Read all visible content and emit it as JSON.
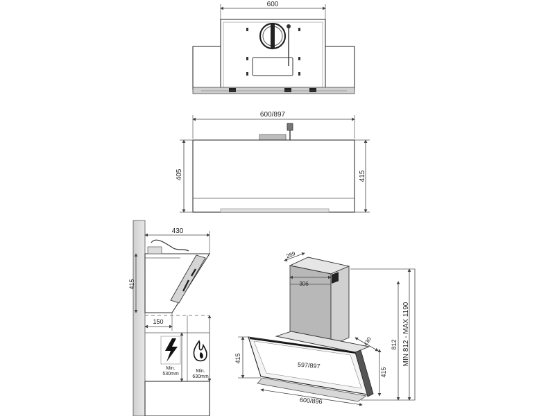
{
  "top_view": {
    "width_label": "600"
  },
  "front_view": {
    "width_label": "600/897",
    "height_left_label": "405",
    "height_right_label": "415"
  },
  "side_view": {
    "depth_label": "430",
    "height_label": "415",
    "offset_label": "150",
    "electric_min_label_1": "Min.",
    "electric_min_label_2": "530mm",
    "gas_min_label_1": "Min.",
    "gas_min_label_2": "630mm"
  },
  "iso_view": {
    "chimney_depth_label": "289",
    "chimney_width_label": "306",
    "side_height_label": "415",
    "glass_width_label": "597/897",
    "depth_label": "430",
    "right_height_label": "415",
    "bottom_width_label": "600/896",
    "small_height_label": "812",
    "range_label": "MIN 812 - MAX 1190"
  }
}
